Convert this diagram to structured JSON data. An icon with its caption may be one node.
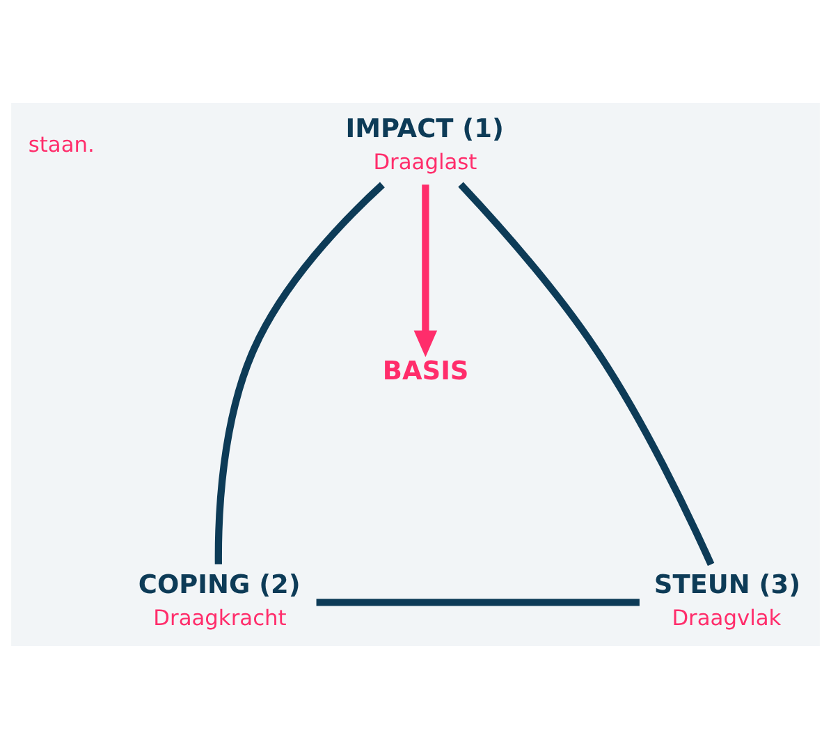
{
  "diagram": {
    "nodes": [
      {
        "text": [
          "IMPACT (1)",
          "Draaglast"
        ]
      },
      {
        "text": [
          "COPING (2)",
          "Draagkracht"
        ]
      },
      {
        "text": [
          "STEUN (3)",
          "Draagvlak"
        ]
      },
      {
        "text": [
          "BASIS"
        ]
      }
    ],
    "edges": [
      {
        "from": 0,
        "to": 1,
        "arrow": "none"
      },
      {
        "from": 1,
        "to": 2,
        "arrow": "none"
      },
      {
        "from": 2,
        "to": 0,
        "arrow": "none"
      },
      {
        "from": 0,
        "to": 3,
        "arrow": "to",
        "color": "#ff2d6b"
      }
    ],
    "labels": [
      "staan."
    ]
  }
}
